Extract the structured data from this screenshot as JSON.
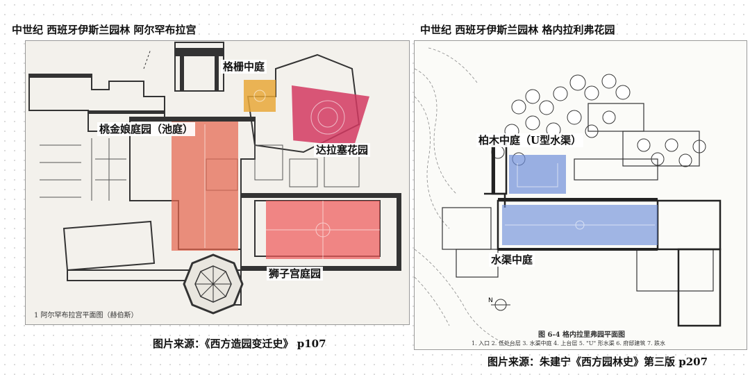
{
  "left": {
    "title": "中世纪 西班牙伊斯兰园林 阿尔罕布拉宫",
    "labels": {
      "grille": "格栅中庭",
      "myrtle": "桃金娘庭园（池庭）",
      "daraxa": "达拉塞花园",
      "lions": "狮子宫庭园"
    },
    "caption": "1  阿尔罕布拉宫平面图（赫伯斯）",
    "source": "图片来源：《西方造园变迁史》 p107"
  },
  "right": {
    "title": "中世纪 西班牙伊斯兰园林 格内拉利弗花园",
    "labels": {
      "cypress": "柏木中庭（U型水渠）",
      "canal": "水渠中庭"
    },
    "figure_title": "图 6-4  格内拉里弗园平面图",
    "figure_legend": "1. 入口  2. 低处台层  3. 水渠中庭  4. 上台层  5. \"U\" 形水渠  6. 府邸建筑  7. 跌水",
    "source": "图片来源：朱建宁《西方园林史》第三版 p207"
  },
  "colors": {
    "orange": "#e8a83a",
    "crimson": "#d23a62",
    "salmon": "#e5674f",
    "red": "#ef5b5b",
    "blue": "#6f8fd8"
  }
}
